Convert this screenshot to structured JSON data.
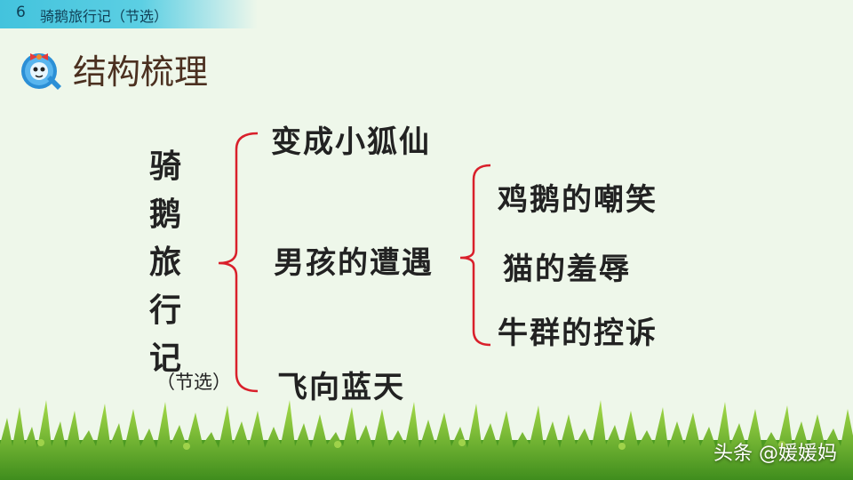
{
  "header": {
    "lesson_number": "6",
    "lesson_title": "骑鹅旅行记（节选）"
  },
  "section_title": "结构梳理",
  "main_title_chars": [
    "骑",
    "鹅",
    "旅",
    "行",
    "记"
  ],
  "subtitle": "（节选）",
  "level1": [
    "变成小狐仙",
    "男孩的遭遇",
    "飞向蓝天"
  ],
  "level2": [
    "鸡鹅的嘲笑",
    "猫的羞辱",
    "牛群的控诉"
  ],
  "watermark": "头条 @媛媛妈",
  "colors": {
    "bracket": "#d9202b",
    "topbar": "#43c3dd",
    "title": "#4b3020",
    "background": "#eef7ea",
    "grass": "#6dbb2a"
  },
  "icons": [
    "q-logo-icon"
  ]
}
